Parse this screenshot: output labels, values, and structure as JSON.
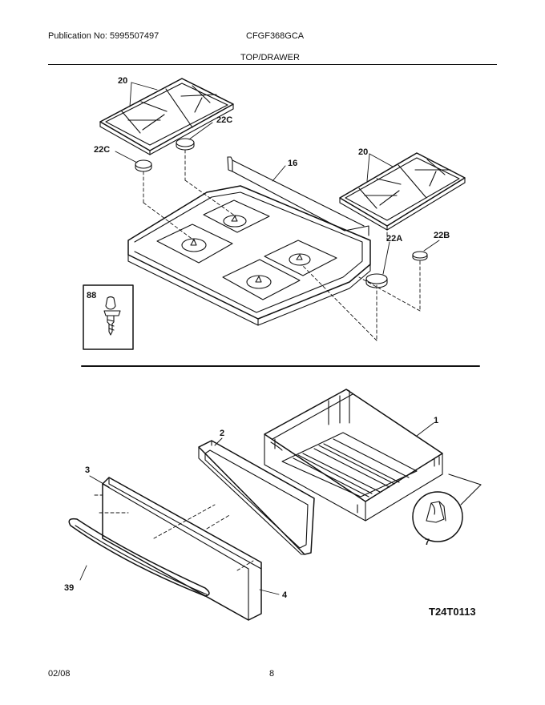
{
  "header": {
    "publication": "Publication No: 5995507497",
    "model": "CFGF368GCA",
    "section": "TOP/DRAWER"
  },
  "footer": {
    "date": "02/08",
    "page": "8"
  },
  "diagram": {
    "figure_code": "T24T0113",
    "callouts": {
      "grate_left": "20",
      "grate_right": "20",
      "cap_22c_upper": "22C",
      "cap_22c_lower": "22C",
      "cooktop": "16",
      "cap_22a": "22A",
      "cap_22b": "22B",
      "screw_88": "88",
      "drawer_liner": "1",
      "drawer_glide": "7",
      "drawer_frame": "2",
      "drawer_front": "3",
      "drawer_handle": "39",
      "drawer_panel": "4"
    }
  }
}
